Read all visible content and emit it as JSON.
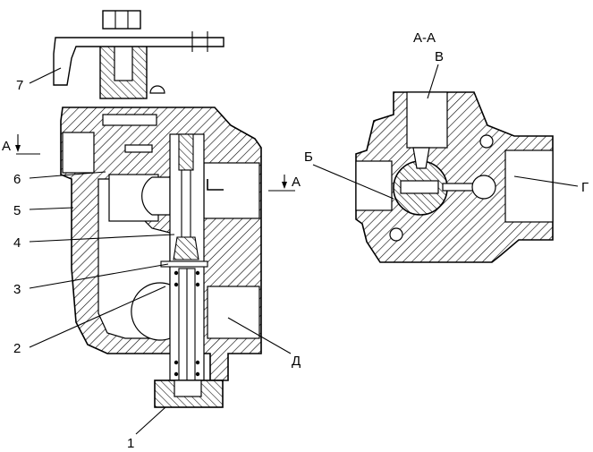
{
  "section_title": "А-А",
  "section_marks": {
    "left": "А",
    "right": "А"
  },
  "left_view": {
    "callouts": [
      "7",
      "6",
      "5",
      "4",
      "3",
      "2",
      "1"
    ],
    "letter_d": "Д"
  },
  "right_view": {
    "letter_v": "В",
    "letter_b": "Б",
    "letter_g": "Г"
  }
}
